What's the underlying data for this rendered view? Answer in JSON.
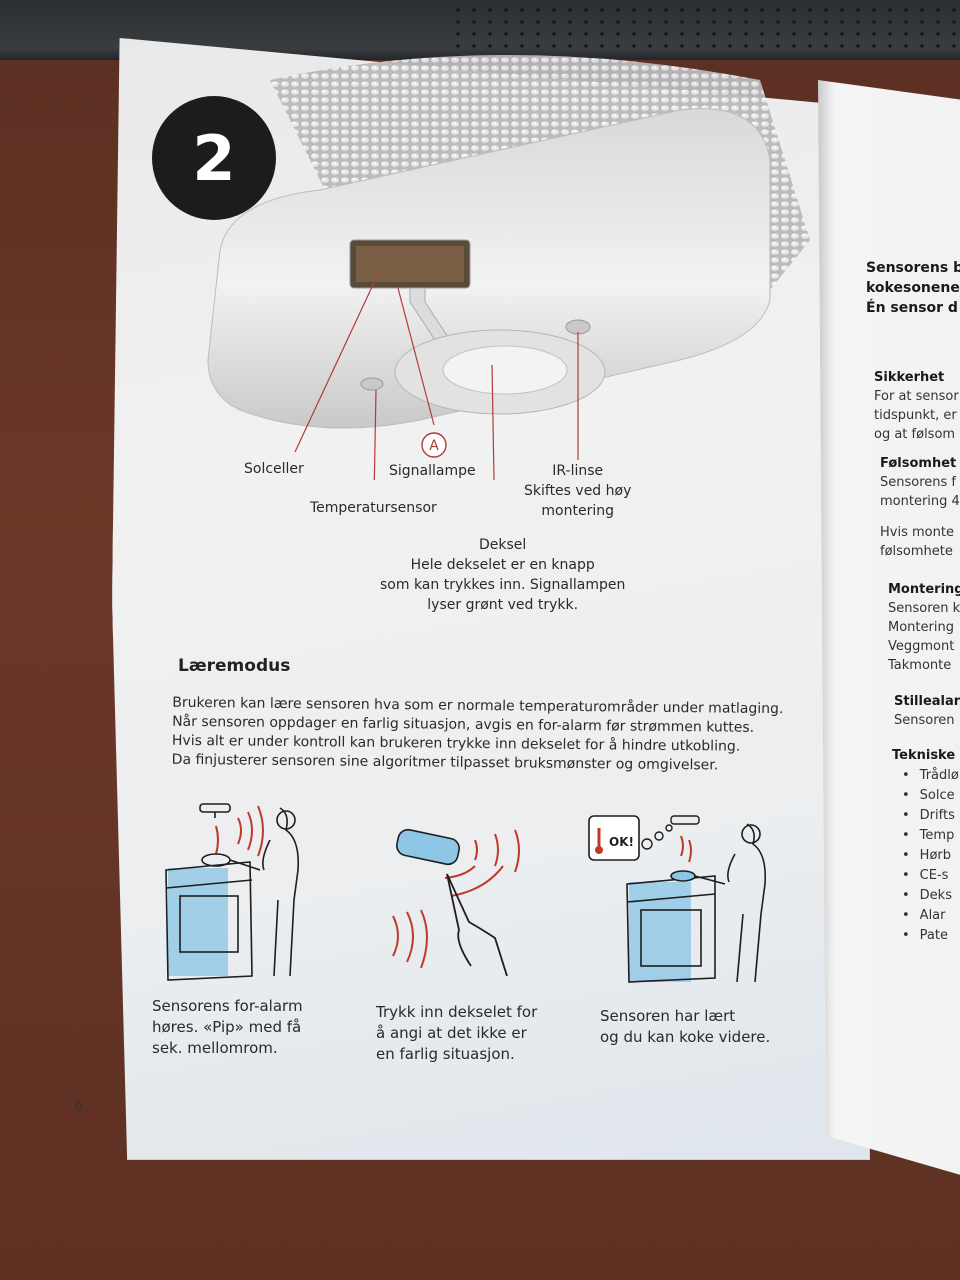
{
  "page": {
    "step_number": "2",
    "page_number": "6"
  },
  "diagram_labels": {
    "marker": "A",
    "solceller": "Solceller",
    "signallampe": "Signallampe",
    "temperatursensor": "Temperatursensor",
    "ir_linse": [
      "IR-linse",
      "Skiftes ved høy",
      "montering"
    ],
    "deksel": [
      "Deksel",
      "Hele dekselet er en knapp",
      "som kan trykkes inn. Signallampen",
      "lyser grønt ved trykk."
    ]
  },
  "section": {
    "title": "Læremodus",
    "paragraph": [
      "Brukeren kan lære sensoren hva som er normale temperaturområder under matlaging.",
      "Når sensoren oppdager en farlig situasjon, avgis en for-alarm før strømmen kuttes.",
      "Hvis alt er under kontroll kan brukeren trykke inn dekselet for å hindre utkobling.",
      "Da finjusterer sensoren sine algoritmer tilpasset bruksmønster og omgivelser."
    ]
  },
  "illustrations": [
    {
      "caption": [
        "Sensorens for-alarm",
        "høres. «Pip» med få",
        "sek. mellomrom."
      ]
    },
    {
      "caption": [
        "Trykk inn dekselet for",
        "å angi at det ikke er",
        "en farlig situasjon."
      ]
    },
    {
      "caption": [
        "Sensoren har lært",
        "og du kan koke videre."
      ],
      "bubble_text": "OK!"
    }
  ],
  "right_page": {
    "heading": [
      "Sensorens b",
      "kokesonene.",
      "Én sensor d"
    ],
    "sikkerhet": {
      "title": "Sikkerhet",
      "lines": [
        "For at sensor",
        "tidspunkt, er",
        "og at følsom"
      ]
    },
    "folsomhet": {
      "title": "Følsomhet",
      "lines": [
        "Sensorens f",
        "montering 4",
        "",
        "Hvis monte",
        "følsomhete"
      ]
    },
    "montering": {
      "title": "Montering",
      "lines": [
        "Sensoren k",
        "Montering",
        "Veggmont",
        "Takmonte"
      ]
    },
    "stillealarm": {
      "title": "Stillealar",
      "lines": [
        "Sensoren"
      ]
    },
    "tekniske": {
      "title": "Tekniske",
      "items": [
        "Trådlø",
        "Solce",
        "Drifts",
        "Temp",
        "Hørb",
        "CE-s",
        "Deks",
        "Alar",
        "Pate"
      ]
    }
  },
  "colors": {
    "callout_line": "#b43a3a",
    "accent_red": "#c0392b",
    "illustration_blue": "#8ec7e6",
    "badge": "#1c1c1d"
  }
}
